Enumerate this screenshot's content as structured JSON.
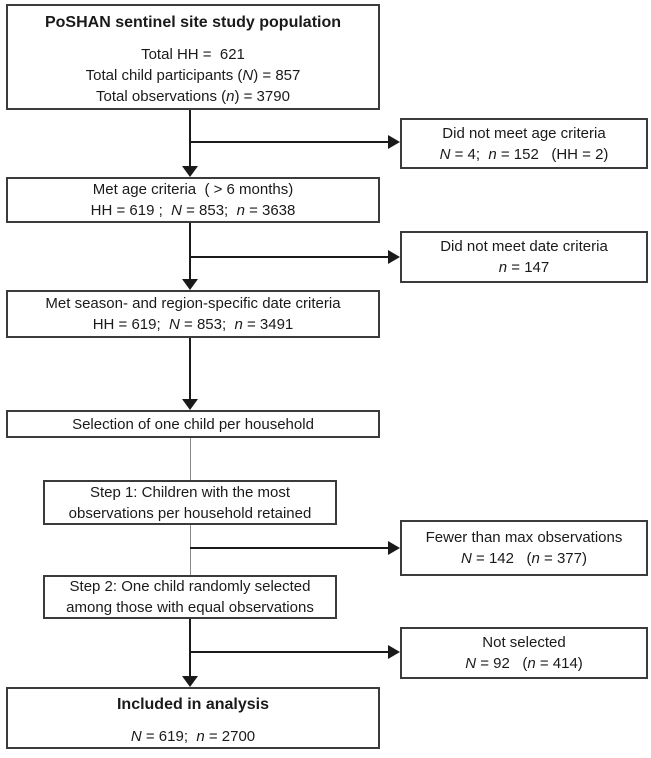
{
  "diagram": {
    "title": "PoSHAN sentinel site study population flow diagram",
    "main_boxes": {
      "study_population": {
        "title": "PoSHAN sentinel site study population",
        "lines": [
          "Total HH =  621",
          "Total child participants (N) = 857",
          "Total observations (n) = 3790"
        ]
      },
      "met_age_criteria": {
        "lines": [
          "Met age criteria  ( > 6 months)",
          "HH = 619 ;  N = 853;  n = 3638"
        ]
      },
      "met_date_criteria": {
        "lines": [
          "Met season- and region-specific date criteria",
          "HH = 619;  N = 853;  n = 3491"
        ]
      },
      "selection": {
        "lines": [
          "Selection of one child per household"
        ]
      },
      "step1": {
        "lines": [
          "Step 1: Children with the most",
          "observations per household retained"
        ]
      },
      "step2": {
        "lines": [
          "Step 2: One child randomly selected",
          "among those with equal observations"
        ]
      },
      "included": {
        "title": "Included in analysis",
        "lines": [
          "N = 619;  n = 2700"
        ]
      }
    },
    "exclusion_boxes": {
      "age_excluded": {
        "lines": [
          "Did not meet age criteria",
          "N = 4;  n = 152   (HH = 2)"
        ]
      },
      "date_excluded": {
        "lines": [
          "Did not meet date criteria",
          "n = 147"
        ]
      },
      "fewer_than_max": {
        "lines": [
          "Fewer than max observations",
          "N = 142   (n = 377)"
        ]
      },
      "not_selected": {
        "lines": [
          "Not selected",
          "N = 92   (n = 414)"
        ]
      }
    },
    "colors": {
      "border": "#3b3b3b",
      "text": "#1a1a1a",
      "background": "#ffffff",
      "connector_black": "#1a1a1a",
      "connector_gray": "#8a8a8a"
    }
  }
}
